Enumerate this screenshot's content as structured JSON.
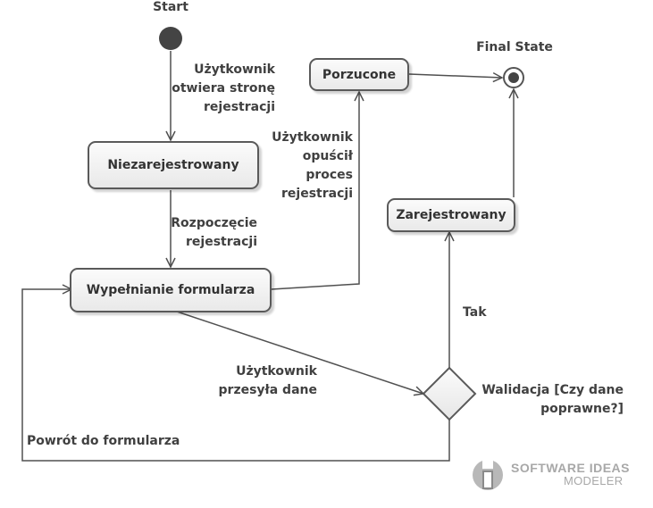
{
  "states": {
    "start": "Start",
    "final": "Final State",
    "niezarejestrowany": "Niezarejestrowany",
    "wypelnianie": "Wypełnianie formularza",
    "porzucone": "Porzucone",
    "zarejestrowany": "Zarejestrowany"
  },
  "transitions": {
    "otwiera": [
      "Użytkownik",
      "otwiera stronę",
      "rejestracji"
    ],
    "rozpoczecie": [
      "Rozpoczęcie",
      "rejestracji"
    ],
    "opuscil": [
      "Użytkownik",
      "opuścił",
      "proces",
      "rejestracji"
    ],
    "przesyla": [
      "Użytkownik",
      "przesyła dane"
    ],
    "tak": "Tak",
    "powrot": "Powrót do formularza"
  },
  "decision": {
    "label": [
      "Walidacja [Czy dane",
      "poprawne?]"
    ]
  },
  "watermark": {
    "line1": "SOFTWARE IDEAS",
    "line2": "MODELER"
  },
  "colors": {
    "line": "#505050",
    "node_fill": "#444444",
    "state_border": "#5a5a5a"
  }
}
